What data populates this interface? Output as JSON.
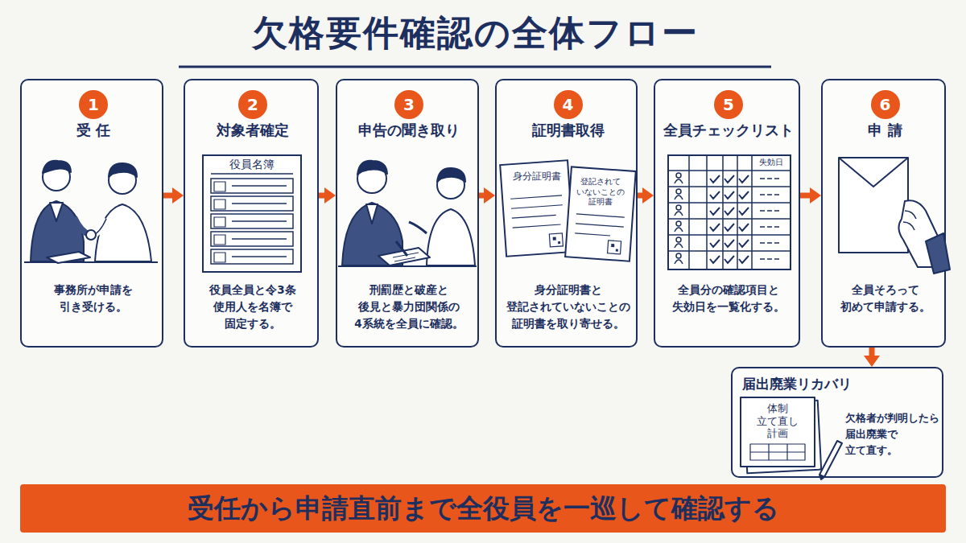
{
  "diagram": {
    "title": "欠格要件確認の全体フロー",
    "nodes": [
      {
        "text": [
          "受 任",
          "事務所が申請を 引き受ける。"
        ]
      },
      {
        "text": [
          "1"
        ],
        "in": 0
      },
      {
        "text": [
          "対象者確定",
          "役員全員と令3条 使用人を名簿で 固定する。"
        ]
      },
      {
        "text": [
          "2"
        ],
        "in": 2
      },
      {
        "text": [
          "申告の聞き取り",
          "刑罰歴と破産と 後見と暴力団関係の 4系統を全員に確認。"
        ]
      },
      {
        "text": [
          "3"
        ],
        "in": 4
      },
      {
        "text": [
          "証明書取得",
          "身分証明書と 登記されていないことの 証明書を取り寄せる。"
        ]
      },
      {
        "text": [
          "4"
        ],
        "in": 6
      },
      {
        "text": [
          "全員チェックリスト",
          "全員分の確認項目と 失効日を一覧化する。"
        ]
      },
      {
        "text": [
          "5"
        ],
        "in": 8
      },
      {
        "text": [
          "申 請",
          "全員そろって 初めて申請する。"
        ]
      },
      {
        "text": [
          "6"
        ],
        "in": 10
      },
      {
        "text": [
          "届出廃業リカバリ",
          "欠格者が判明したら 届出廃業で 立て直す。"
        ]
      },
      {
        "text": [
          "受任から申請直前まで全役員を一巡して確認する"
        ]
      }
    ],
    "edges": [
      {
        "from": 0,
        "to": 2,
        "arrow": "to"
      },
      {
        "from": 2,
        "to": 4,
        "arrow": "to"
      },
      {
        "from": 4,
        "to": 6,
        "arrow": "to"
      },
      {
        "from": 6,
        "to": 8,
        "arrow": "to"
      },
      {
        "from": 8,
        "to": 10,
        "arrow": "to"
      },
      {
        "from": 10,
        "to": 12,
        "arrow": "to"
      }
    ],
    "labels": [
      "役員名簿",
      "身分証明書",
      "登記されて いないことの 証明書",
      "失効日",
      "体制 立て直し 計画"
    ]
  }
}
